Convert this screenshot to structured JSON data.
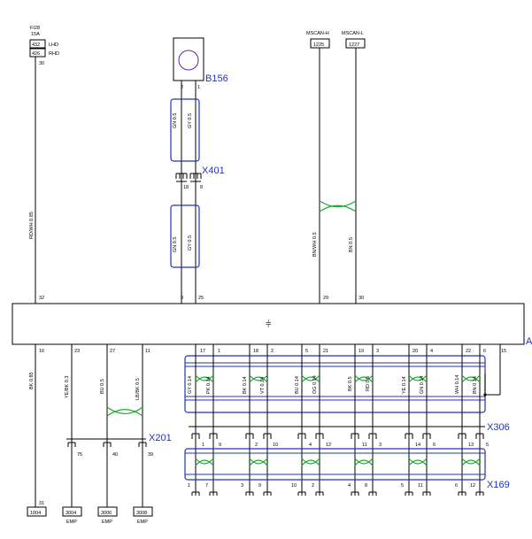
{
  "fuse": {
    "name": "FI28",
    "rating": "15A",
    "lhd_ref": "432",
    "lhd": "LHD",
    "rhd_ref": "426",
    "rhd": "RHD",
    "pin": "30"
  },
  "mscan": {
    "h_label": "MSCAN-H",
    "h_ref": "1225",
    "l_label": "MSCAN-L",
    "l_ref": "1227"
  },
  "components": {
    "b156": "B156",
    "x401": "X401",
    "x201": "X201",
    "x306": "X306",
    "x169": "X169",
    "module": "A"
  },
  "b156_pins": [
    "2",
    "1"
  ],
  "x401_pins": [
    "18",
    "8"
  ],
  "module_top_pins": [
    "32",
    "9",
    "25",
    "29",
    "30"
  ],
  "module_bottom_pins": [
    "16",
    "23",
    "27",
    "11",
    "17",
    "1",
    "18",
    "2",
    "5",
    "21",
    "19",
    "3",
    "20",
    "4",
    "22",
    "6",
    "15"
  ],
  "wires": {
    "fuse_wire": "RD/WH 0.85",
    "b156_upper": [
      "GN 0.5",
      "GY 0.5"
    ],
    "b156_lower": [
      "GN 0.5",
      "GY 0.5"
    ],
    "can_h": "BN/WH 0.5",
    "can_l": "BN 0.5",
    "ground": "BK 0.85",
    "left_group": [
      "YE/BK 0.3",
      "BU 0.5",
      "LB/BK 0.5"
    ],
    "pairs": [
      "GY 0.14",
      "PK 0.14",
      "BK 0.14",
      "VT 0.14",
      "BU 0.14",
      "OG 0.14",
      "BK 0.5",
      "RD 0.5",
      "YE 0.14",
      "GN 0.14",
      "WH 0.14",
      "BN 0.14"
    ]
  },
  "x201_pins": [
    "75",
    "40",
    "39"
  ],
  "x306_pins_top": [
    "1",
    "9",
    "2",
    "10",
    "4",
    "12",
    "11",
    "3",
    "14",
    "6",
    "13",
    "5"
  ],
  "x169_pins": [
    "1",
    "7",
    "3",
    "9",
    "10",
    "2",
    "4",
    "8",
    "5",
    "11",
    "6",
    "12"
  ],
  "ground_pin": "31",
  "bottom_refs": [
    "1004",
    "3004",
    "3006",
    "3008"
  ],
  "emp": "EMP"
}
